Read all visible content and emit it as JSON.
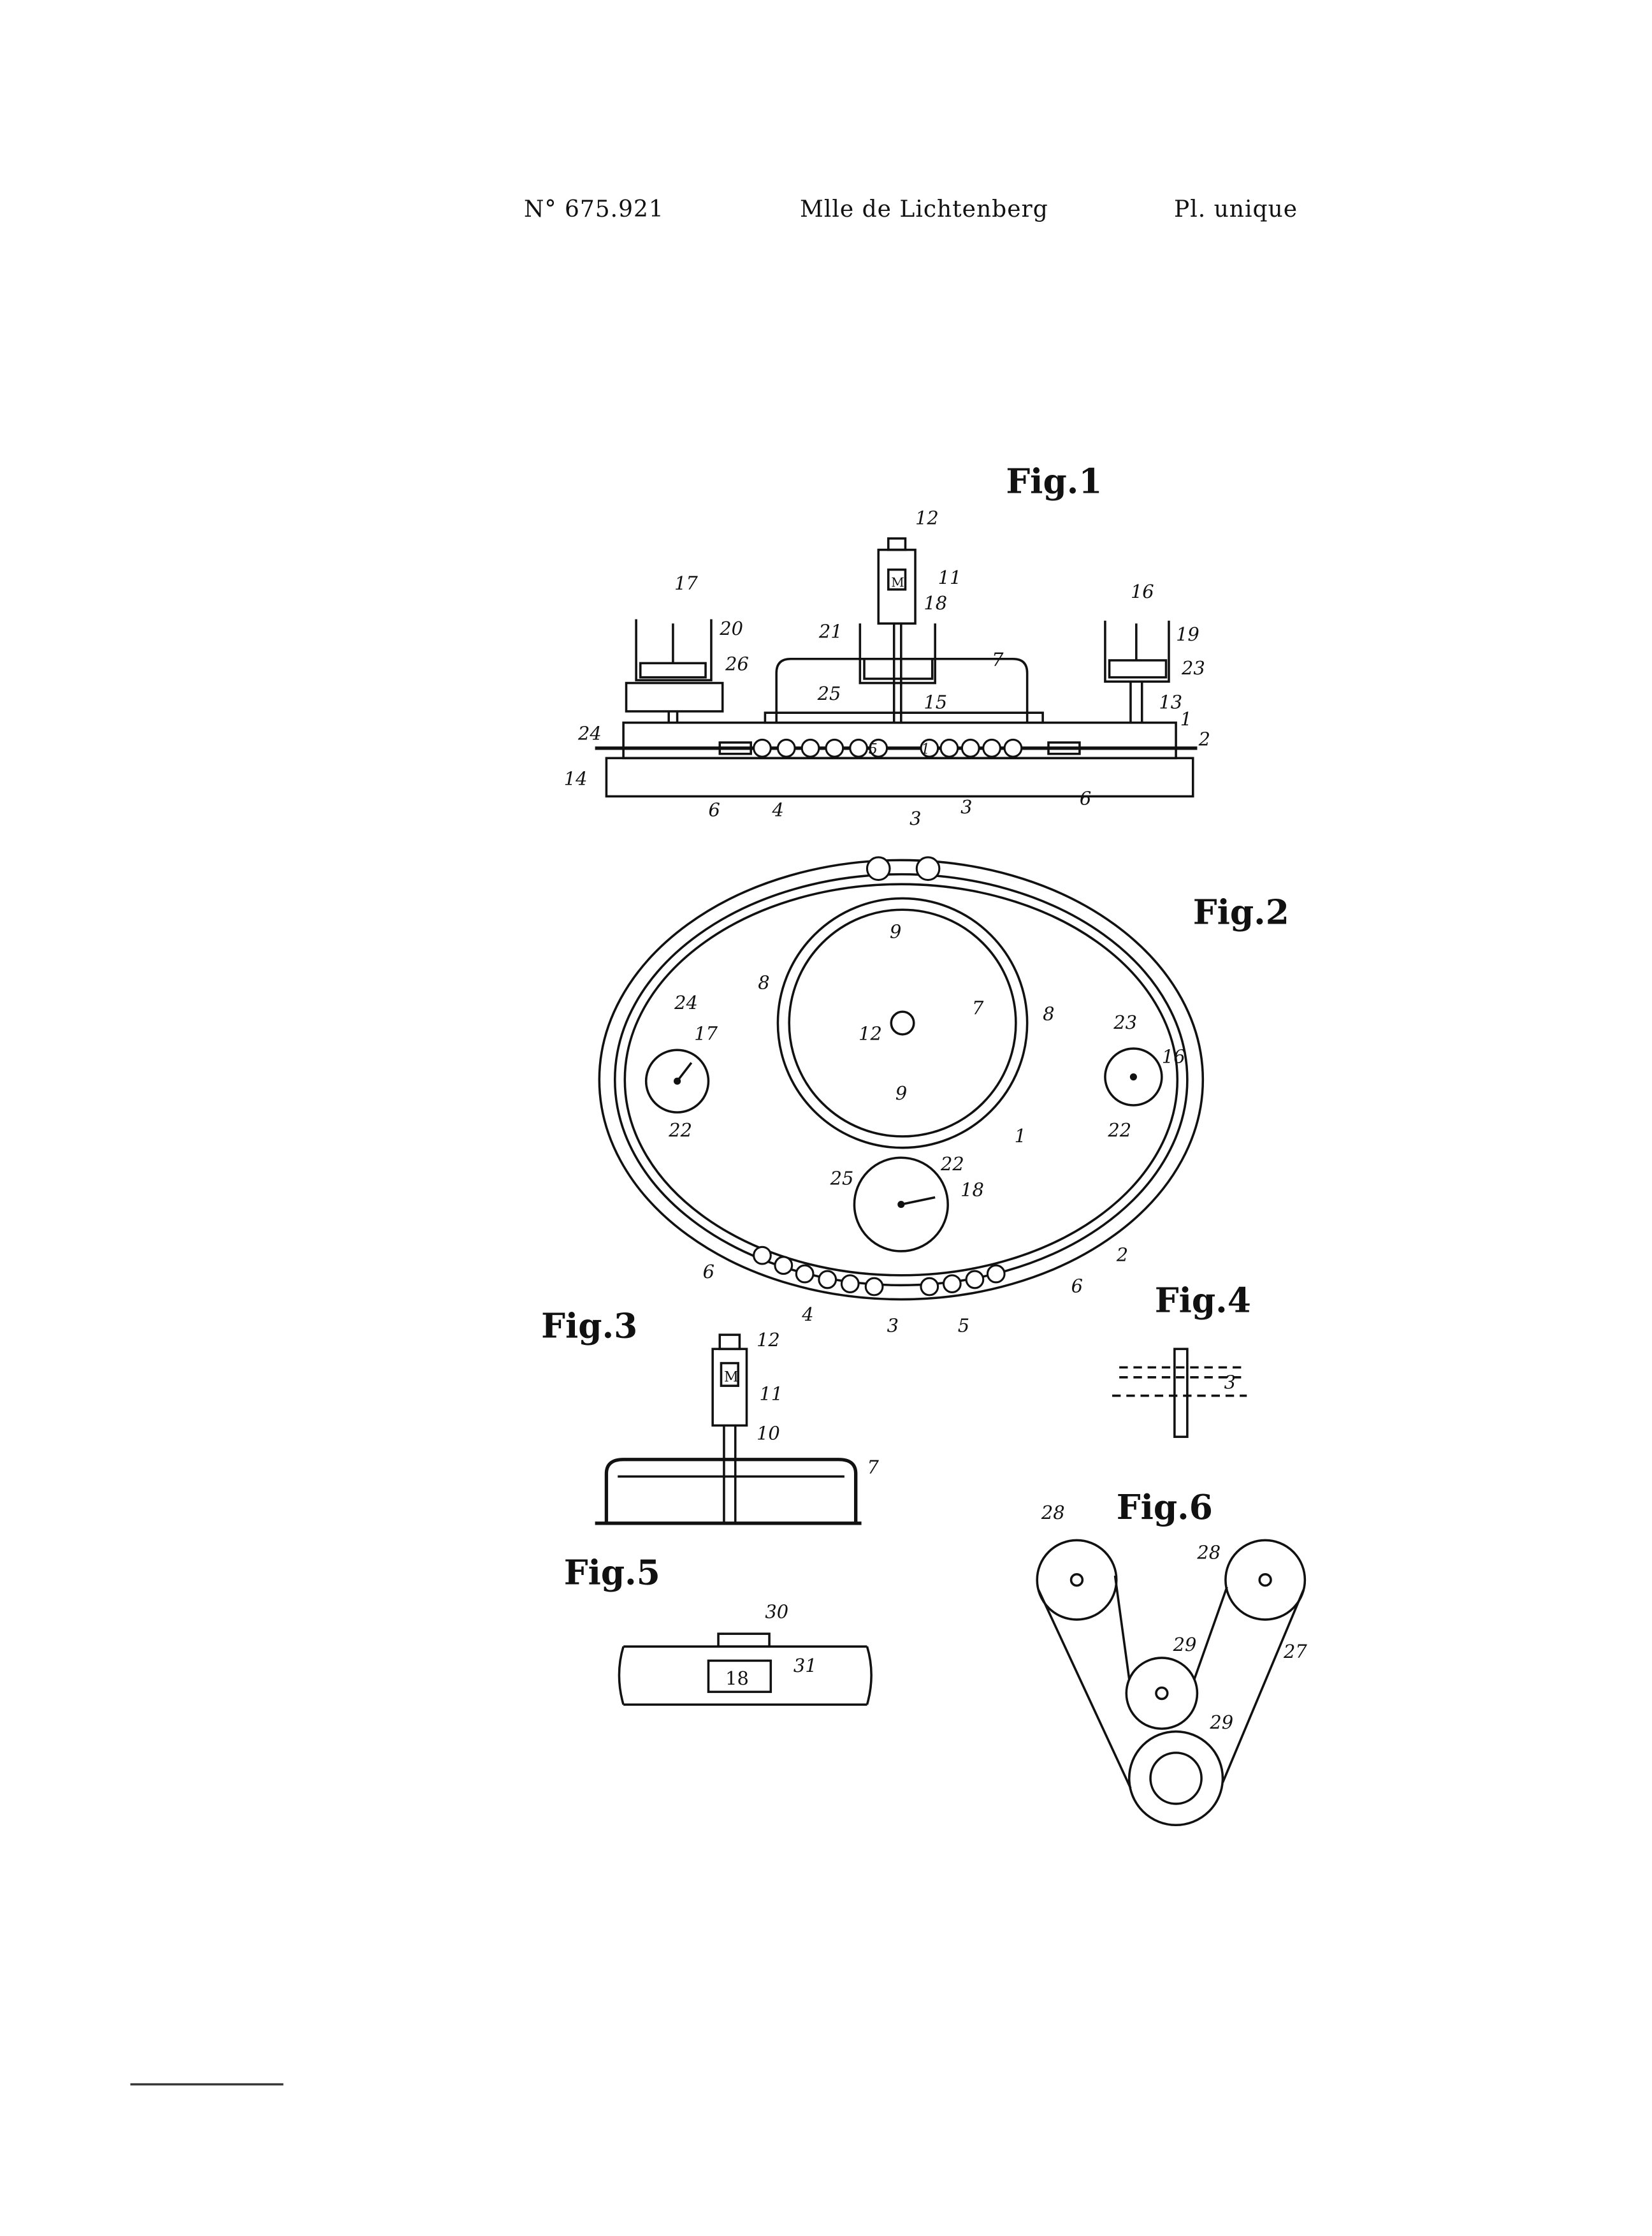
{
  "header": {
    "patent_number": "N° 675.921",
    "applicant": "Mlle de Lichtenberg",
    "plate": "Pl. unique"
  },
  "fig1": {
    "title": "Fig.1",
    "labels": [
      "12",
      "11",
      "18",
      "17",
      "20",
      "21",
      "16",
      "19",
      "26",
      "7",
      "23",
      "25",
      "15",
      "13",
      "24",
      "1",
      "2",
      "14",
      "6",
      "4",
      "3",
      "6",
      "5",
      "1",
      "M"
    ]
  },
  "fig2": {
    "title": "Fig.2",
    "labels": [
      "3",
      "9",
      "8",
      "7",
      "8",
      "24",
      "17",
      "23",
      "12",
      "16",
      "22",
      "22",
      "9",
      "1",
      "25",
      "22",
      "18",
      "6",
      "2",
      "6",
      "4",
      "3",
      "5"
    ]
  },
  "fig3": {
    "title": "Fig.3",
    "labels": [
      "12",
      "11",
      "10",
      "7",
      "M"
    ]
  },
  "fig4": {
    "title": "Fig.4",
    "labels": [
      "3"
    ]
  },
  "fig5": {
    "title": "Fig.5",
    "labels": [
      "30",
      "31",
      "18"
    ]
  },
  "fig6": {
    "title": "Fig.6",
    "labels": [
      "28",
      "28",
      "29",
      "27",
      "29"
    ]
  }
}
